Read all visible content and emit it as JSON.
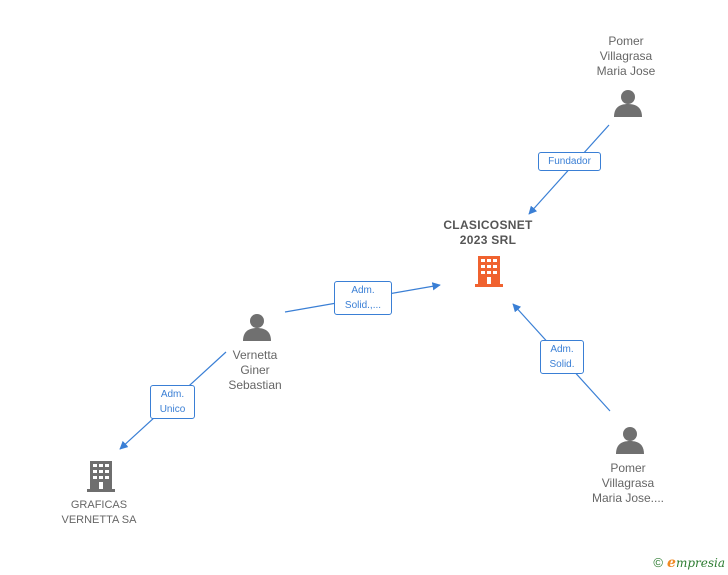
{
  "colors": {
    "edge": "#3a7fd5",
    "person_icon": "#707070",
    "main_company_icon": "#f0622f",
    "other_company_icon": "#6e6e6e",
    "label_text": "#666666"
  },
  "nodes": [
    {
      "id": "clasicosnet",
      "type": "company",
      "highlight": true,
      "icon": "building-icon",
      "label": "CLASICOSNET\n2023 SRL"
    },
    {
      "id": "pomer1",
      "type": "person",
      "icon": "person-icon",
      "label": "Pomer\nVillagrasa\nMaria Jose"
    },
    {
      "id": "vernetta",
      "type": "person",
      "icon": "person-icon",
      "label": "Vernetta\nGiner\nSebastian"
    },
    {
      "id": "pomer2",
      "type": "person",
      "icon": "person-icon",
      "label": "Pomer\nVillagrasa\nMaria Jose...."
    },
    {
      "id": "graficas",
      "type": "company",
      "highlight": false,
      "icon": "building-icon",
      "label": "GRAFICAS\nVERNETTA SA"
    }
  ],
  "edges": [
    {
      "from": "pomer1",
      "to": "clasicosnet",
      "label": "Fundador"
    },
    {
      "from": "vernetta",
      "to": "clasicosnet",
      "label": "Adm.\nSolid.,..."
    },
    {
      "from": "pomer2",
      "to": "clasicosnet",
      "label": "Adm.\nSolid."
    },
    {
      "from": "vernetta",
      "to": "graficas",
      "label": "Adm.\nUnico"
    }
  ],
  "footer": {
    "copyright": "©",
    "brand_initial": "e",
    "brand_rest": "mpresia"
  }
}
